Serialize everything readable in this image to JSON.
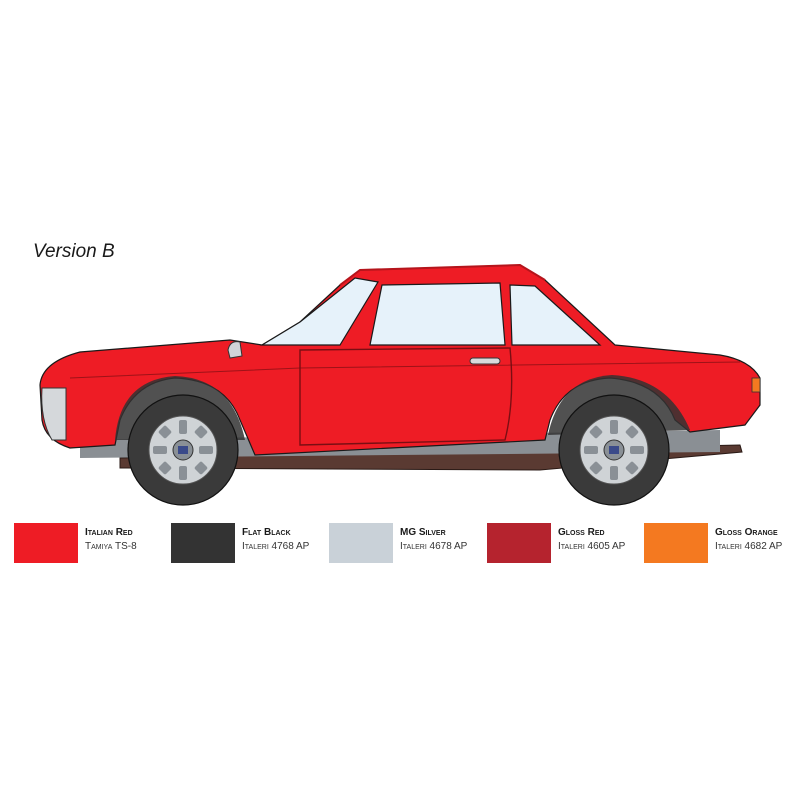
{
  "version_label": "Version B",
  "swatches": [
    {
      "name": "Italian Red",
      "code": "Tamiya TS-8",
      "color": "#ee1c25"
    },
    {
      "name": "Flat Black",
      "code": "Italeri 4768 AP",
      "color": "#333333"
    },
    {
      "name": "MG Silver",
      "code": "Italeri 4678 AP",
      "color": "#c9d1d8"
    },
    {
      "name": "Gloss Red",
      "code": "Italeri 4605 AP",
      "color": "#b5232e"
    },
    {
      "name": "Gloss Orange",
      "code": "Italeri 4682 AP",
      "color": "#f47920"
    }
  ],
  "colors": {
    "body": "#ee1c25",
    "tyre": "#3a3a3a",
    "wheel": "#cfd3d6",
    "glass": "#e6f2fa",
    "chassis": "#5a3a32"
  }
}
